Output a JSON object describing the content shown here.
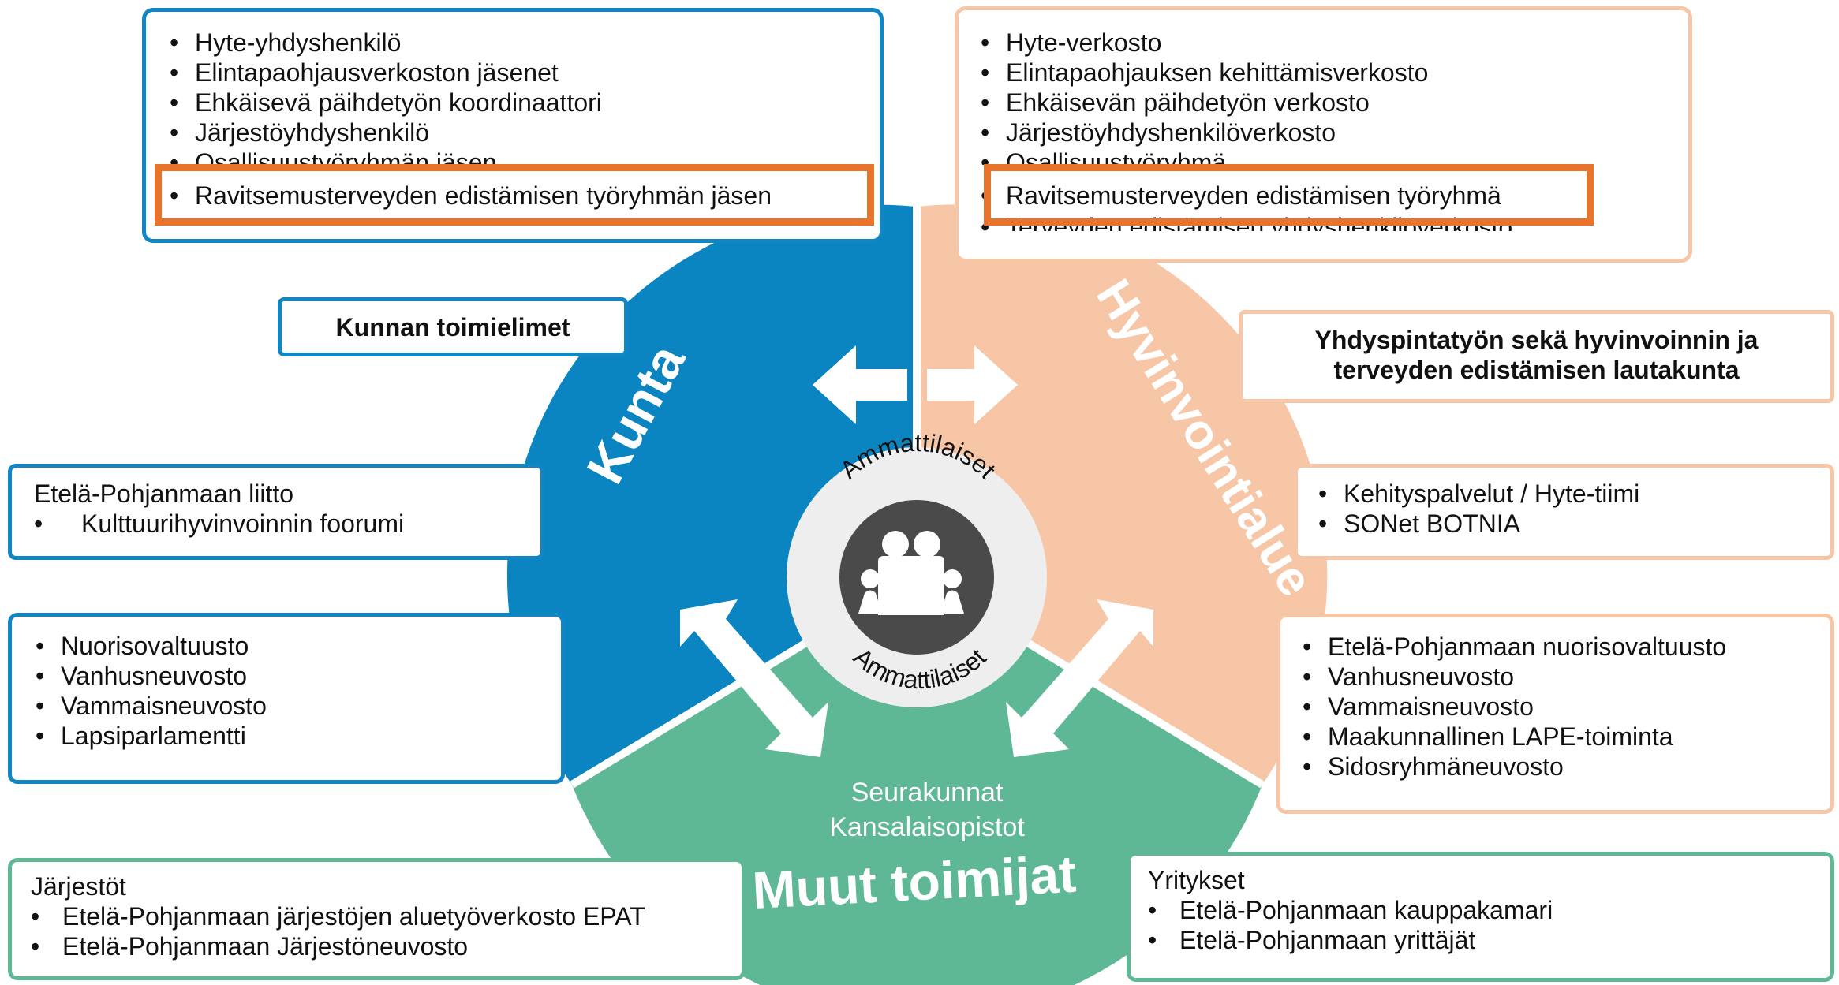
{
  "colors": {
    "kunta": "#0a85c2",
    "hyvinvointialue": "#f7c6a6",
    "muut": "#5fb895",
    "highlight": "#e8732a",
    "center_ring": "#eeeeee",
    "center_icon": "#4a4a4a"
  },
  "wheel": {
    "kunta_label": "Kunta",
    "hyvinvointialue_label": "Hyvinvointialue",
    "muut_label": "Muut toimijat",
    "center_top": "Ammattilaiset",
    "center_bottom": "Ammattilaiset",
    "center_icon": "family-icon",
    "muut_inner_line1": "Seurakunnat",
    "muut_inner_line2": "Kansalaisopistot"
  },
  "bullet": "•",
  "kunta_top_box": {
    "items": [
      "Hyte-yhdyshenkilö",
      "Elintapaohjausverkoston jäsenet",
      "Ehkäisevä päihdetyön koordinaattori",
      "Järjestöyhdyshenkilö",
      "Osallisuustyöryhmän jäsen",
      "Ravitsemusterveyden edistämisen työryhmän jäsen"
    ]
  },
  "hva_top_box": {
    "items": [
      "Hyte-verkosto",
      "Elintapaohjauksen kehittämisverkosto",
      "Ehkäisevän päihdetyön verkosto",
      "Järjestöyhdyshenkilöverkosto",
      "Osallisuustyöryhmä",
      "Ravitsemusterveyden edistämisen työryhmä",
      "Terveyden edistämisen yhdyshenkilöverkosto"
    ]
  },
  "kunnan_toimielimet": "Kunnan toimielimet",
  "lautakunta": {
    "line1": "Yhdyspintatyön sekä hyvinvoinnin ja",
    "line2": "terveyden edistämisen lautakunta"
  },
  "liitto_box": {
    "heading": "Etelä-Pohjanmaan liitto",
    "items": [
      "Kulttuurihyvinvoinnin foorumi"
    ]
  },
  "kehitys_box": {
    "items": [
      "Kehityspalvelut / Hyte-tiimi",
      "SONet BOTNIA"
    ]
  },
  "kunta_councils_box": {
    "items": [
      "Nuorisovaltuusto",
      "Vanhusneuvosto",
      "Vammaisneuvosto",
      "Lapsiparlamentti"
    ]
  },
  "hva_councils_box": {
    "items": [
      "Etelä-Pohjanmaan nuorisovaltuusto",
      "Vanhusneuvosto",
      "Vammaisneuvosto",
      "Maakunnallinen LAPE-toiminta",
      "Sidosryhmäneuvosto"
    ]
  },
  "jarjestot_box": {
    "heading": "Järjestöt",
    "items": [
      "Etelä-Pohjanmaan järjestöjen aluetyöverkosto EPAT",
      "Etelä-Pohjanmaan Järjestöneuvosto"
    ]
  },
  "yritykset_box": {
    "heading": "Yritykset",
    "items": [
      "Etelä-Pohjanmaan kauppakamari",
      "Etelä-Pohjanmaan yrittäjät"
    ]
  }
}
